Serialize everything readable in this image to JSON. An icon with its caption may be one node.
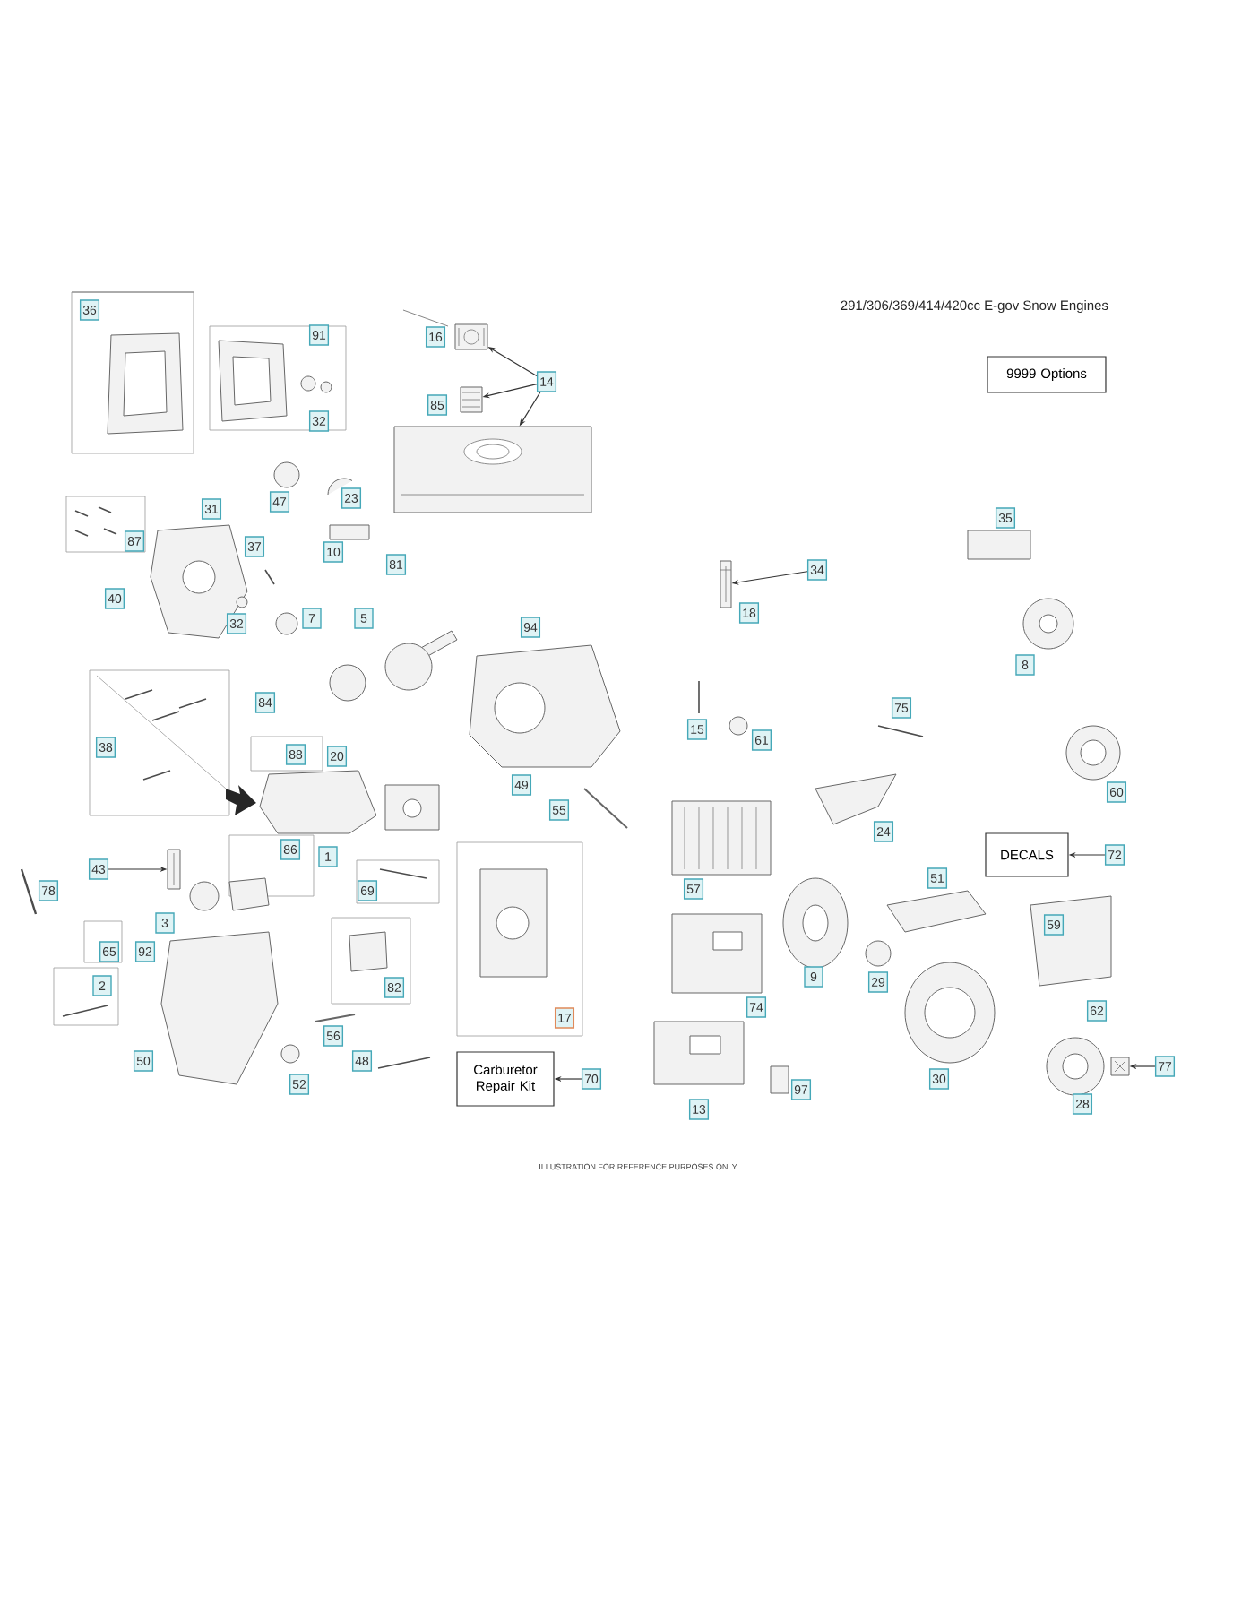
{
  "diagram": {
    "title": "291/306/369/414/420cc E-gov Snow Engines",
    "caption": "ILLUSTRATION FOR REFERENCE PURPOSES ONLY",
    "nodes": [
      {
        "text": [
          "36"
        ]
      },
      {
        "text": [
          "91"
        ]
      },
      {
        "text": [
          "16"
        ]
      },
      {
        "text": [],
        "shape": "picture"
      },
      {
        "text": [
          "32"
        ]
      },
      {
        "text": [
          "85"
        ]
      },
      {
        "text": [],
        "shape": "picture"
      },
      {
        "text": [
          "14"
        ]
      },
      {
        "text": [
          "9999 Options"
        ]
      },
      {
        "text": [],
        "shape": "picture"
      },
      {
        "text": [
          "31"
        ]
      },
      {
        "text": [
          "47"
        ]
      },
      {
        "text": [
          "23"
        ]
      },
      {
        "text": [
          "35"
        ]
      },
      {
        "text": [
          "87"
        ]
      },
      {
        "text": [
          "37"
        ]
      },
      {
        "text": [
          "10"
        ]
      },
      {
        "text": [
          "81"
        ]
      },
      {
        "text": [
          "34"
        ]
      },
      {
        "text": [
          "40"
        ]
      },
      {
        "text": [
          "32"
        ]
      },
      {
        "text": [
          "7"
        ]
      },
      {
        "text": [
          "5"
        ]
      },
      {
        "text": [
          "94"
        ]
      },
      {
        "text": [],
        "shape": "picture"
      },
      {
        "text": [
          "18"
        ]
      },
      {
        "text": [
          "8"
        ]
      },
      {
        "text": [
          "38"
        ]
      },
      {
        "text": [
          "84"
        ]
      },
      {
        "text": [
          "88"
        ]
      },
      {
        "text": [
          "20"
        ]
      },
      {
        "text": [
          "15"
        ]
      },
      {
        "text": [
          "61"
        ]
      },
      {
        "text": [
          "75"
        ]
      },
      {
        "text": [
          "49"
        ]
      },
      {
        "text": [
          "55"
        ]
      },
      {
        "text": [
          "60"
        ]
      },
      {
        "text": [
          "78"
        ]
      },
      {
        "text": [
          "43"
        ]
      },
      {
        "text": [],
        "shape": "picture"
      },
      {
        "text": [
          "86"
        ]
      },
      {
        "text": [
          "1"
        ]
      },
      {
        "text": [
          "69"
        ]
      },
      {
        "text": [
          "57"
        ]
      },
      {
        "text": [
          "24"
        ]
      },
      {
        "text": [
          "51"
        ]
      },
      {
        "text": [
          "DECALS"
        ]
      },
      {
        "text": [
          "72"
        ]
      },
      {
        "text": [
          "65"
        ]
      },
      {
        "text": [
          "92"
        ]
      },
      {
        "text": [
          "3"
        ]
      },
      {
        "text": [
          "59"
        ]
      },
      {
        "text": [
          "2"
        ]
      },
      {
        "text": [
          "82"
        ]
      },
      {
        "text": [
          "17"
        ]
      },
      {
        "text": [
          "74"
        ]
      },
      {
        "text": [
          "9"
        ]
      },
      {
        "text": [
          "29"
        ]
      },
      {
        "text": [
          "62"
        ]
      },
      {
        "text": [
          "50"
        ]
      },
      {
        "text": [
          "52"
        ]
      },
      {
        "text": [
          "56"
        ]
      },
      {
        "text": [
          "48"
        ]
      },
      {
        "text": [
          "Carburetor Repair Kit"
        ]
      },
      {
        "text": [
          "70"
        ]
      },
      {
        "text": [
          "13"
        ]
      },
      {
        "text": [
          "97"
        ]
      },
      {
        "text": [
          "30"
        ]
      },
      {
        "text": [
          "28"
        ]
      },
      {
        "text": [],
        "shape": "picture"
      },
      {
        "text": [
          "77"
        ]
      }
    ],
    "edges": [
      {
        "from": 7,
        "to": 3,
        "arrow": "to"
      },
      {
        "from": 7,
        "to": 6,
        "arrow": "to"
      },
      {
        "from": 7,
        "to": 9,
        "arrow": "to"
      },
      {
        "from": 18,
        "to": 24,
        "arrow": "to"
      },
      {
        "from": 38,
        "to": 39,
        "arrow": "to"
      },
      {
        "from": 64,
        "to": 63,
        "arrow": "to"
      },
      {
        "from": 47,
        "to": 46,
        "arrow": "to"
      },
      {
        "from": 70,
        "to": 69,
        "arrow": "to"
      }
    ]
  }
}
